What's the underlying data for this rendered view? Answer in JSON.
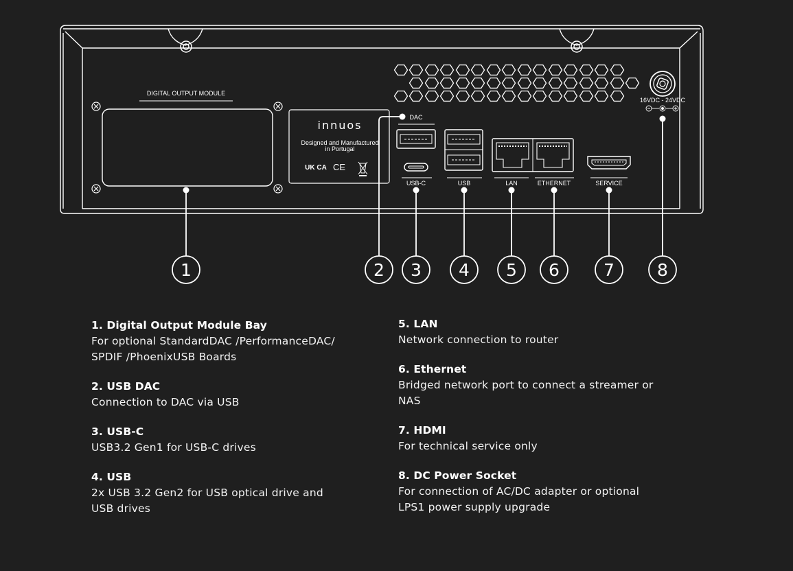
{
  "device": {
    "module_label": "DIGITAL OUTPUT MODULE",
    "brand": "innuos",
    "made_in_line1": "Designed and Manufactured",
    "made_in_line2": "in Portugal",
    "cert_ukca": "UK CA",
    "cert_ce": "CE",
    "dac_label": "DAC",
    "usbc_label": "USB-C",
    "usb_label": "USB",
    "lan_label": "LAN",
    "ethernet_label": "ETHERNET",
    "service_label": "SERVICE",
    "power_label": "16VDC - 24VDC"
  },
  "callouts": [
    "1",
    "2",
    "3",
    "4",
    "5",
    "6",
    "7",
    "8"
  ],
  "legend": {
    "left": [
      {
        "title": "1. Digital Output Module Bay",
        "lines": [
          "For optional StandardDAC /PerformanceDAC/",
          "SPDIF /PhoenixUSB Boards"
        ]
      },
      {
        "title": "2. USB DAC",
        "lines": [
          "Connection to DAC via USB"
        ]
      },
      {
        "title": "3. USB-C",
        "lines": [
          "USB3.2 Gen1 for USB-C drives"
        ]
      },
      {
        "title": "4. USB",
        "lines": [
          "2x USB 3.2 Gen2 for USB optical drive and",
          "USB drives"
        ]
      }
    ],
    "right": [
      {
        "title": "5. LAN",
        "lines": [
          "Network connection to router"
        ]
      },
      {
        "title": "6. Ethernet",
        "lines": [
          "Bridged network port to connect a streamer or",
          "NAS"
        ]
      },
      {
        "title": "7. HDMI",
        "lines": [
          "For technical service only"
        ]
      },
      {
        "title": "8. DC Power Socket",
        "lines": [
          "For connection of AC/DC adapter or optional",
          "LPS1 power supply upgrade"
        ]
      }
    ]
  }
}
